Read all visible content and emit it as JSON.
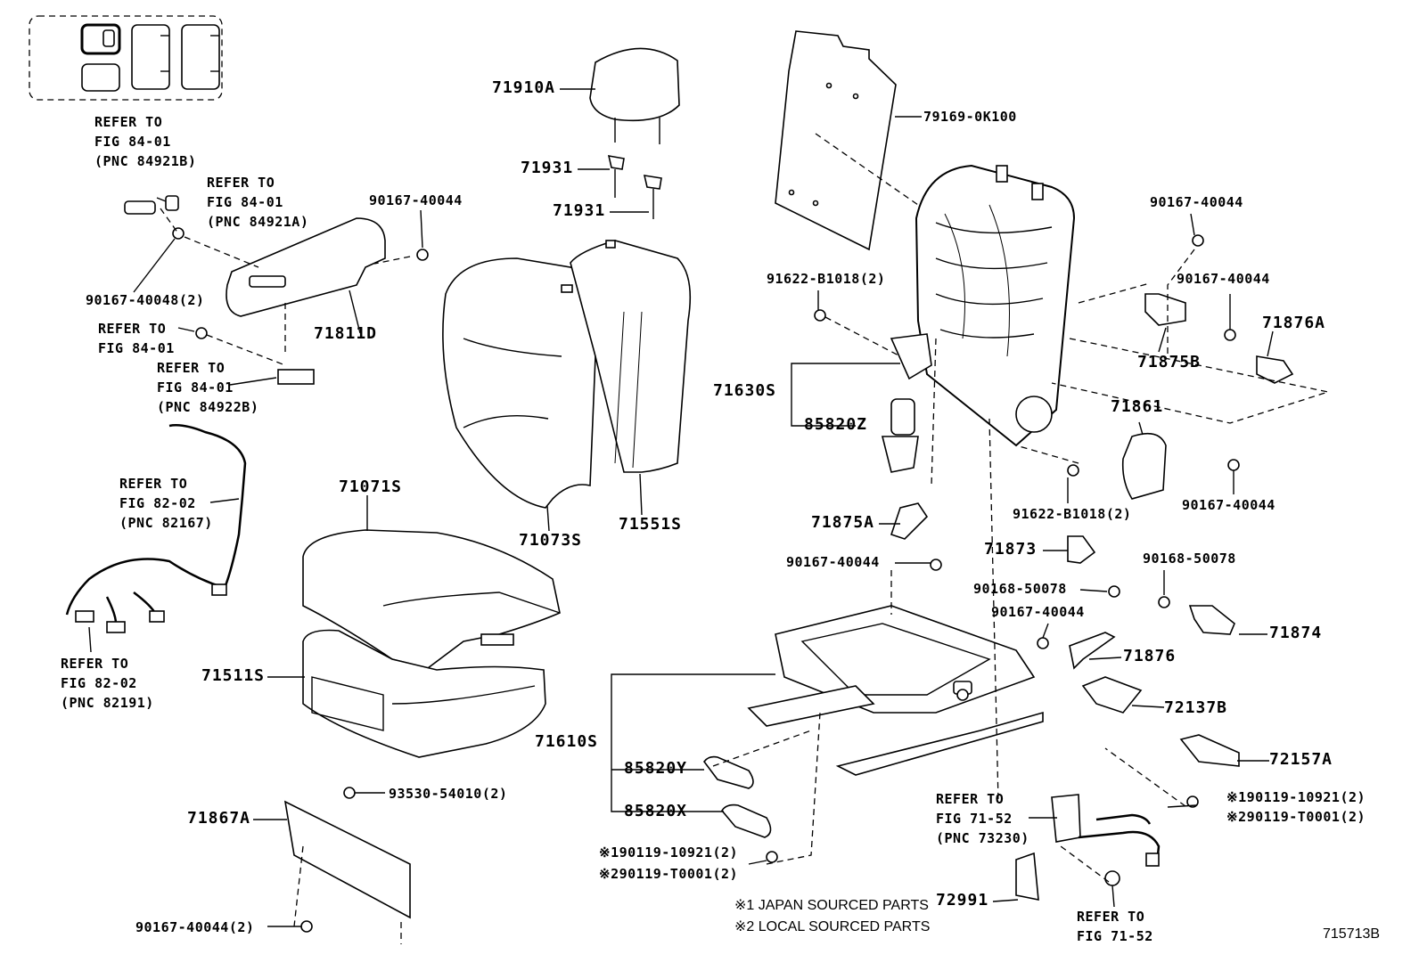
{
  "labels": {
    "p71910A": "71910A",
    "p71931a": "71931",
    "p71931b": "71931",
    "p79169": "79169-0K100",
    "p90167_r1": "90167-40044",
    "p91622_a": "91622-B1018(2)",
    "p90167_r2": "90167-40044",
    "p71876A": "71876A",
    "p71875B": "71875B",
    "p71630S": "71630S",
    "p85820Z": "85820Z",
    "p71861": "71861",
    "p91622_b": "91622-B1018(2)",
    "p90167_r3": "90167-40044",
    "p71875A": "71875A",
    "p90167_m": "90167-40044",
    "p71873": "71873",
    "p90168_a": "90168-50078",
    "p90168_b": "90168-50078",
    "p90167_m2": "90167-40044",
    "p71874": "71874",
    "p71876": "71876",
    "p72137B": "72137B",
    "p72157A": "72157A",
    "p71610S": "71610S",
    "p85820Y": "85820Y",
    "p85820X": "85820X",
    "p190119a_1": "※190119-10921(2)",
    "p190119a_2": "※290119-T0001(2)",
    "p190119b_1": "※190119-10921(2)",
    "p190119b_2": "※290119-T0001(2)",
    "p72991": "72991",
    "p71073S": "71073S",
    "p71551S": "71551S",
    "p71071S": "71071S",
    "p71511S": "71511S",
    "p71867A": "71867A",
    "p93530": "93530-54010(2)",
    "p90167_b": "90167-40044(2)",
    "p71811D": "71811D",
    "p90167_tl": "90167-40044",
    "p90167_48": "90167-40048(2)"
  },
  "refs": {
    "r1": "REFER TO\nFIG 84-01\n(PNC 84921B)",
    "r2": "REFER TO\nFIG 84-01\n(PNC 84921A)",
    "r3": "REFER TO\nFIG 84-01",
    "r4": "REFER TO\nFIG 84-01\n(PNC 84922B)",
    "r5": "REFER TO\nFIG 82-02\n(PNC 82167)",
    "r6": "REFER TO\nFIG 82-02\n(PNC 82191)",
    "r7": "REFER TO\nFIG 71-52\n(PNC 73230)",
    "r8": "REFER TO\nFIG 71-52"
  },
  "notes": {
    "n1": "※1 JAPAN SOURCED PARTS",
    "n2": "※2 LOCAL SOURCED PARTS",
    "fig": "715713B"
  }
}
